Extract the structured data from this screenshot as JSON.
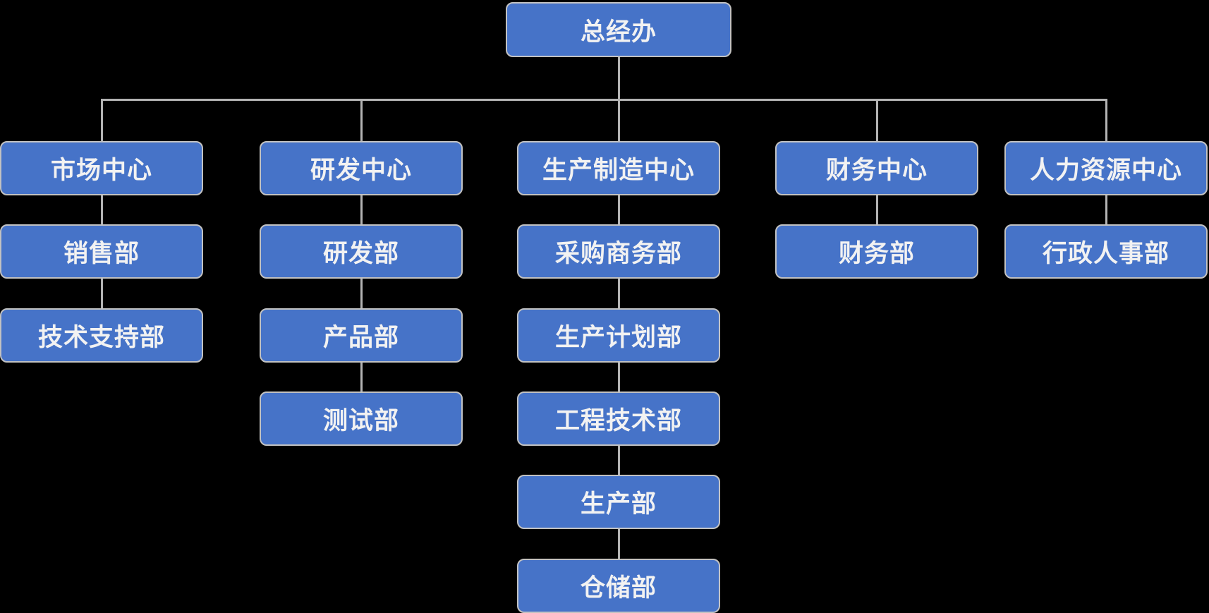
{
  "org": {
    "root": "总经办",
    "branches": [
      {
        "head": "市场中心",
        "departments": [
          "销售部",
          "技术支持部"
        ]
      },
      {
        "head": "研发中心",
        "departments": [
          "研发部",
          "产品部",
          "测试部"
        ]
      },
      {
        "head": "生产制造中心",
        "departments": [
          "采购商务部",
          "生产计划部",
          "工程技术部",
          "生产部",
          "仓储部"
        ]
      },
      {
        "head": "财务中心",
        "departments": [
          "财务部"
        ]
      },
      {
        "head": "人力资源中心",
        "departments": [
          "行政人事部"
        ]
      }
    ]
  },
  "colors": {
    "background": "#000000",
    "node_fill": "#4673C8",
    "node_border": "#C2C2C2",
    "node_text": "#F2F2F2",
    "connector": "#B3B3B3"
  }
}
